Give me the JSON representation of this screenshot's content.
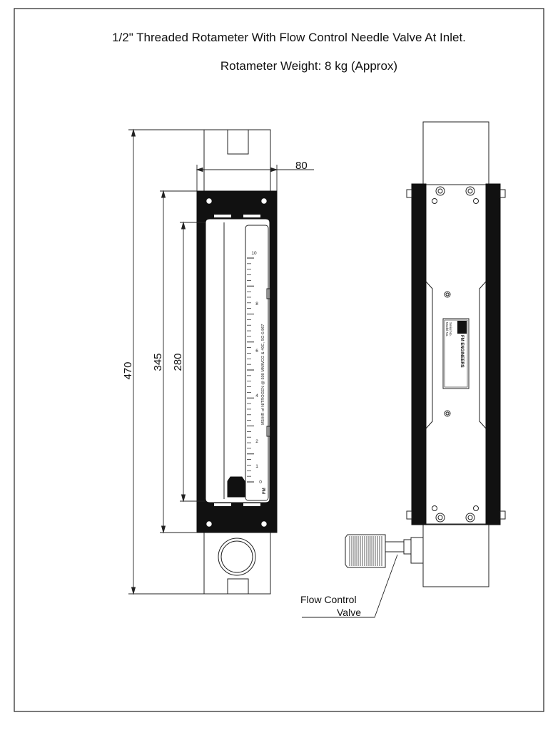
{
  "title": "1/2\" Threaded Rotameter With Flow Control Needle Valve At Inlet.",
  "subtitle": "Rotameter Weight: 8 kg (Approx)",
  "dimensions": {
    "width": "80",
    "overall_length": "470",
    "frame_length": "345",
    "scale_length": "280"
  },
  "scale": {
    "ticks": [
      "10",
      "8",
      "6",
      "4",
      "2",
      "1",
      "0"
    ],
    "unit_text": "M3/HR of NITROGEN @ 500 MMWCG & 40C, SG-0.967",
    "mark": "FM"
  },
  "nameplate": {
    "company": "FM ENGINEERS",
    "lines": [
      "Serial No.",
      "Model No."
    ]
  },
  "callout": {
    "line1": "Flow Control",
    "line2": "Valve"
  }
}
